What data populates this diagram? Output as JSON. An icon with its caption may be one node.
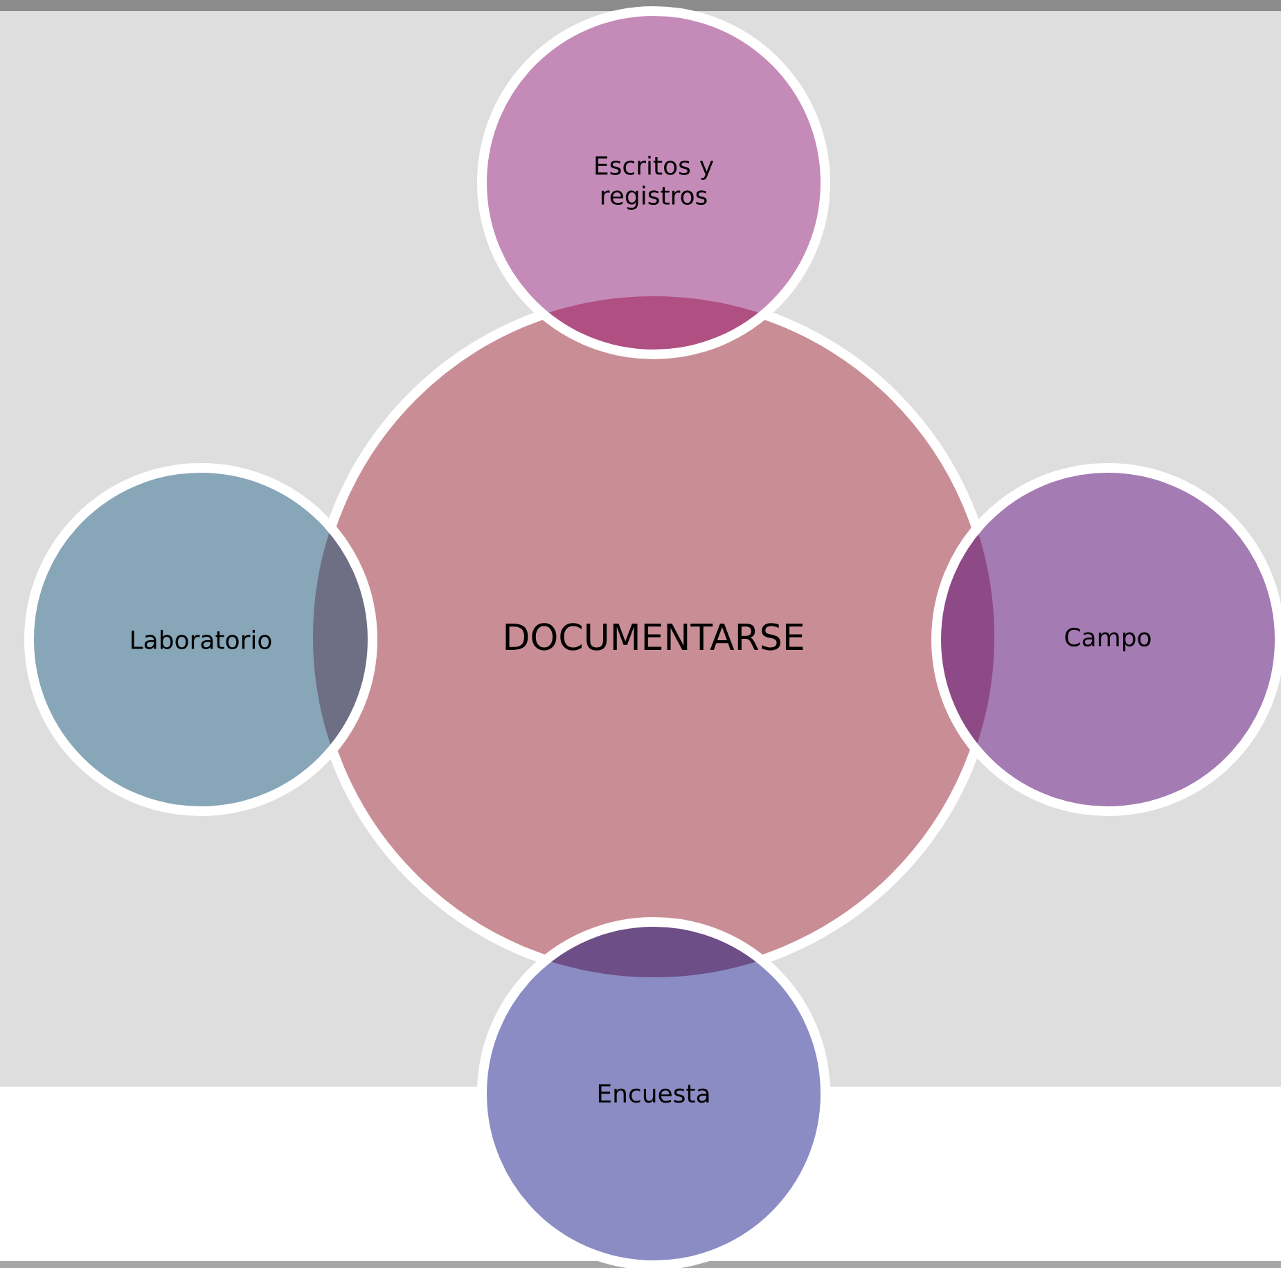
{
  "diagram": {
    "nodes": [
      {
        "text": [
          "DOCUMENTARSE"
        ]
      },
      {
        "text": [
          "Escritos y registros"
        ]
      },
      {
        "text": [
          "Campo"
        ]
      },
      {
        "text": [
          "Encuesta"
        ]
      },
      {
        "text": [
          "Laboratorio"
        ]
      }
    ]
  }
}
